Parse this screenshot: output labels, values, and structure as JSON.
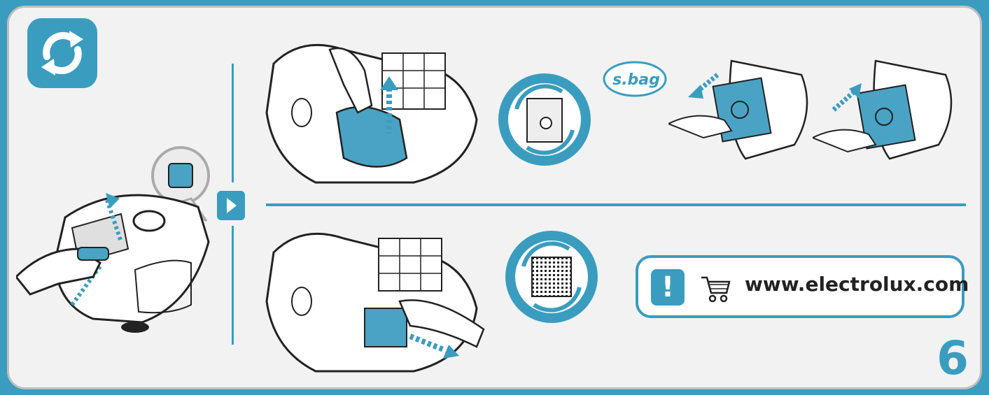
{
  "section": {
    "icon": "refresh-sync-icon",
    "step_arrow_icon": "chevron-right-icon",
    "page_number": "6"
  },
  "sbag_logo": {
    "text": "s-bag"
  },
  "info_box": {
    "notice_icon": "exclamation-icon",
    "cart_icon": "shopping-cart-icon",
    "url": "www.electrolux.com"
  },
  "colors": {
    "accent": "#3a9dbf",
    "panel": "#f2f2f2",
    "border": "#bfbfbf"
  }
}
